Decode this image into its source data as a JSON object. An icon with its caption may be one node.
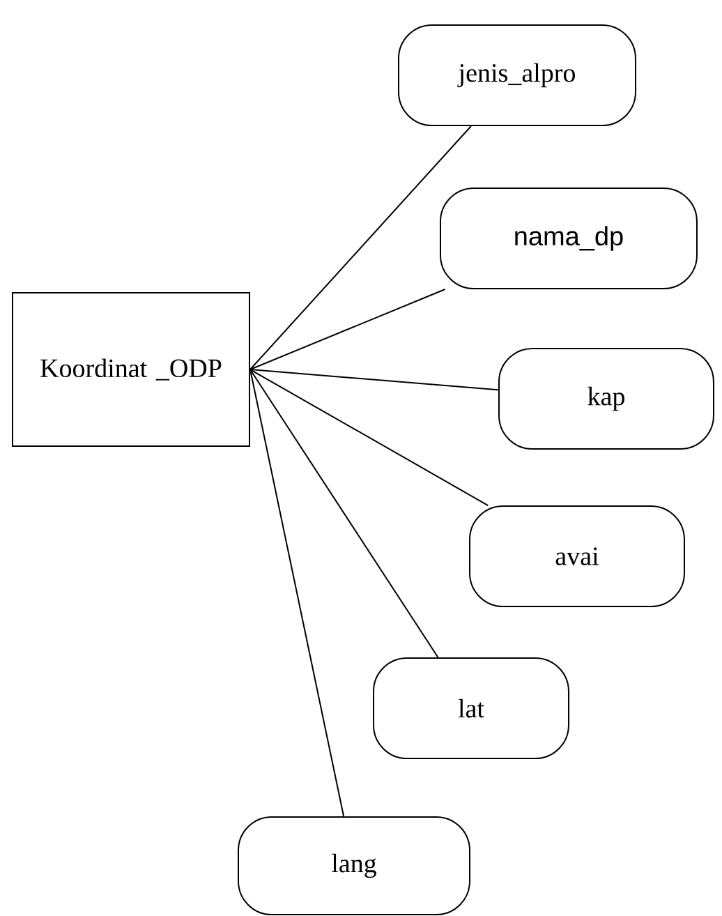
{
  "diagram": {
    "nodes": [
      {
        "text": [
          "Koordinat _ODP"
        ]
      },
      {
        "text": [
          "jenis_alpro"
        ]
      },
      {
        "text": [
          "nama_dp"
        ]
      },
      {
        "text": [
          "kap"
        ]
      },
      {
        "text": [
          "avai"
        ]
      },
      {
        "text": [
          "lat"
        ]
      },
      {
        "text": [
          "lang"
        ]
      }
    ],
    "edges": [
      {
        "from": 0,
        "to": 1,
        "arrow": "none"
      },
      {
        "from": 0,
        "to": 2,
        "arrow": "none"
      },
      {
        "from": 0,
        "to": 3,
        "arrow": "none"
      },
      {
        "from": 0,
        "to": 4,
        "arrow": "none"
      },
      {
        "from": 0,
        "to": 5,
        "arrow": "none"
      },
      {
        "from": 0,
        "to": 6,
        "arrow": "none"
      }
    ]
  }
}
